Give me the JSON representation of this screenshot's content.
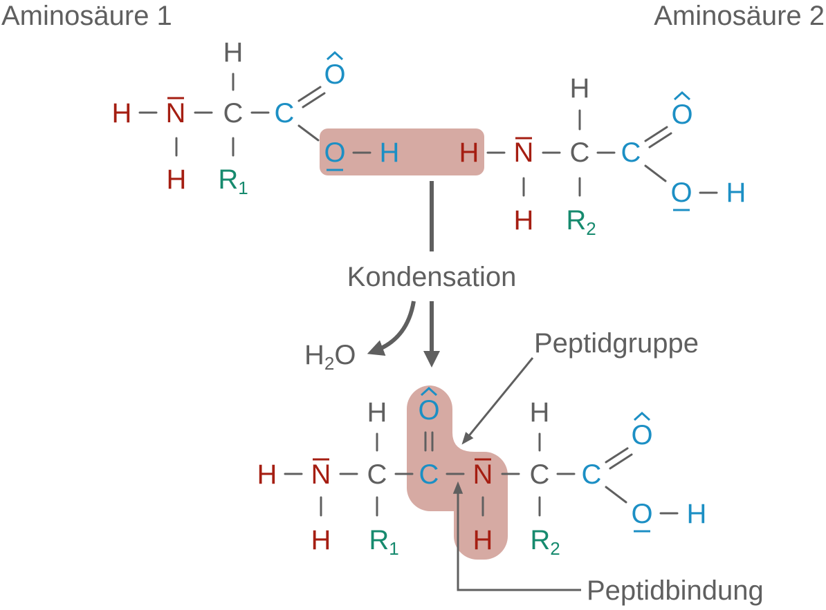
{
  "labels": {
    "amino1": "Aminosäure 1",
    "amino2": "Aminosäure 2",
    "condensation": "Kondensation",
    "water_main": "H",
    "water_sub": "2",
    "water_tail": "O",
    "peptide_group": "Peptidgruppe",
    "peptide_bond": "Peptidbindung"
  },
  "atoms": {
    "H": "H",
    "N": "N",
    "C": "C",
    "O": "O",
    "R": "R",
    "sub1": "1",
    "sub2": "2"
  },
  "colors": {
    "label_gray": "#5f5f5f",
    "amine_red": "#a51e12",
    "carboxyl_blue": "#1c8fc4",
    "side_chain_teal": "#168a6e",
    "highlight": "#d6aaa3"
  }
}
